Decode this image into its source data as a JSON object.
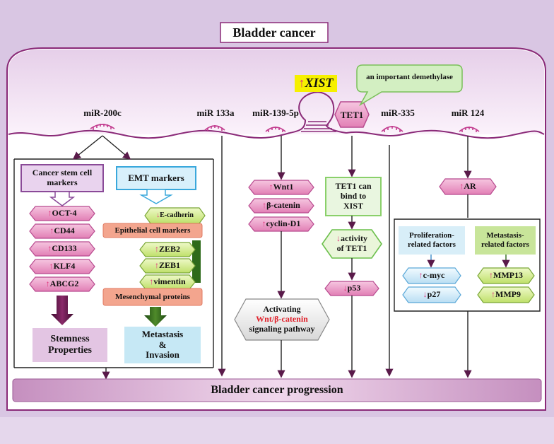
{
  "title": "Bladder cancer",
  "progression": "Bladder cancer progression",
  "xist": {
    "arrow": "↑",
    "label": "XIST"
  },
  "tet1": {
    "label": "TET1",
    "callout": "an important demethylase"
  },
  "mirnas": {
    "m200c": "miR-200c",
    "m133a": "miR 133a",
    "m1395p": "miR-139-5p",
    "m335": "miR-335",
    "m124": "miR 124"
  },
  "stem": {
    "header": "Cancer stem cell markers",
    "markers": [
      {
        "arrow": "↑",
        "name": "OCT-4"
      },
      {
        "arrow": "↑",
        "name": "CD44"
      },
      {
        "arrow": "↑",
        "name": "CD133"
      },
      {
        "arrow": "↑",
        "name": "KLF4"
      },
      {
        "arrow": "↑",
        "name": "ABCG2"
      }
    ],
    "outcome": "Stemness Properties"
  },
  "emt": {
    "header": "EMT markers",
    "ecad": {
      "arrow": "↓",
      "name": "E-cadherin"
    },
    "epithelial": "Epithelial cell markers",
    "mes": [
      {
        "arrow": "↑",
        "name": "ZEB2"
      },
      {
        "arrow": "↑",
        "name": "ZEB1"
      },
      {
        "arrow": "↑",
        "name": "vimentin"
      }
    ],
    "mesenchymal": "Mesenchymal proteins",
    "outcome_l1": "Metastasis",
    "outcome_l2": "&",
    "outcome_l3": "Invasion"
  },
  "wnt": {
    "markers": [
      {
        "arrow": "↑",
        "name": "Wnt1"
      },
      {
        "arrow": "↑",
        "name": "β-catenin"
      },
      {
        "arrow": "↑",
        "name": "cyclin-D1"
      }
    ],
    "act_l1": "Activating",
    "act_l2": "Wnt/β-catenin",
    "act_l3": "signaling pathway"
  },
  "tetpath": {
    "bind": "TET1 can bind to XIST",
    "activity_arrow": "↓",
    "activity_l1": "activity",
    "activity_l2": "of TET1",
    "p53": {
      "arrow": "↓",
      "name": "p53"
    }
  },
  "ar": {
    "ar": {
      "arrow": "↑",
      "name": "AR"
    },
    "prolif": "Proliferation-related factors",
    "metas": "Metastasis-related factors",
    "cmyc": {
      "arrow": "↑",
      "name": "c-myc"
    },
    "p27": {
      "arrow": "↓",
      "name": "p27"
    },
    "mmp13": {
      "arrow": "↑",
      "name": "MMP13"
    },
    "mmp9": {
      "arrow": "↑",
      "name": "MMP9"
    }
  },
  "colors": {
    "magenta": "#9b2a86",
    "pink_fill": "#ee9ec6",
    "green_fill": "#d4ec8a",
    "blue_fill": "#d4ecf8",
    "arrow_up": "#e0307a"
  }
}
